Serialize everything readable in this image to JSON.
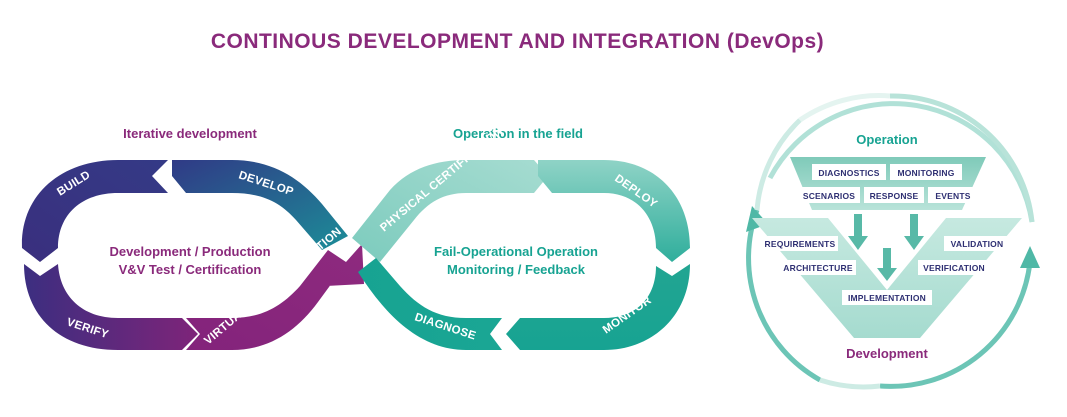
{
  "title": "CONTINOUS DEVELOPMENT AND INTEGRATION (DevOps)",
  "left_loop": {
    "heading": "Iterative development",
    "center_line1": "Development / Production",
    "center_line2": "V&V Test / Certification",
    "segments": {
      "build": "BUILD",
      "develop": "DEVELOP",
      "verify": "VERIFY",
      "virtual_cert": "VIRTUAL V&V CERTIFICATION"
    }
  },
  "right_loop": {
    "heading": "Operation in the field",
    "center_line1": "Fail-Operational Operation",
    "center_line2": "Monitoring / Feedback",
    "segments": {
      "physical_cert": "PHYSICAL CERTIFICATION",
      "deploy": "DEPLOY",
      "monitor": "MONITOR",
      "diagnose": "DIAGNOSE"
    }
  },
  "cycle": {
    "top_label": "Operation",
    "bottom_label": "Development",
    "operation_boxes": [
      "DIAGNOSTICS",
      "MONITORING",
      "SCENARIOS",
      "RESPONSE",
      "EVENTS"
    ],
    "v_model": {
      "requirements": "REQUIREMENTS",
      "architecture": "ARCHITECTURE",
      "implementation": "IMPLEMENTATION",
      "verification": "VERIFICATION",
      "validation": "VALIDATION"
    }
  },
  "colors": {
    "purple": "#8a2a7b",
    "navy": "#2e2f72",
    "teal": "#17a392",
    "light_teal": "#9ed9cd"
  }
}
